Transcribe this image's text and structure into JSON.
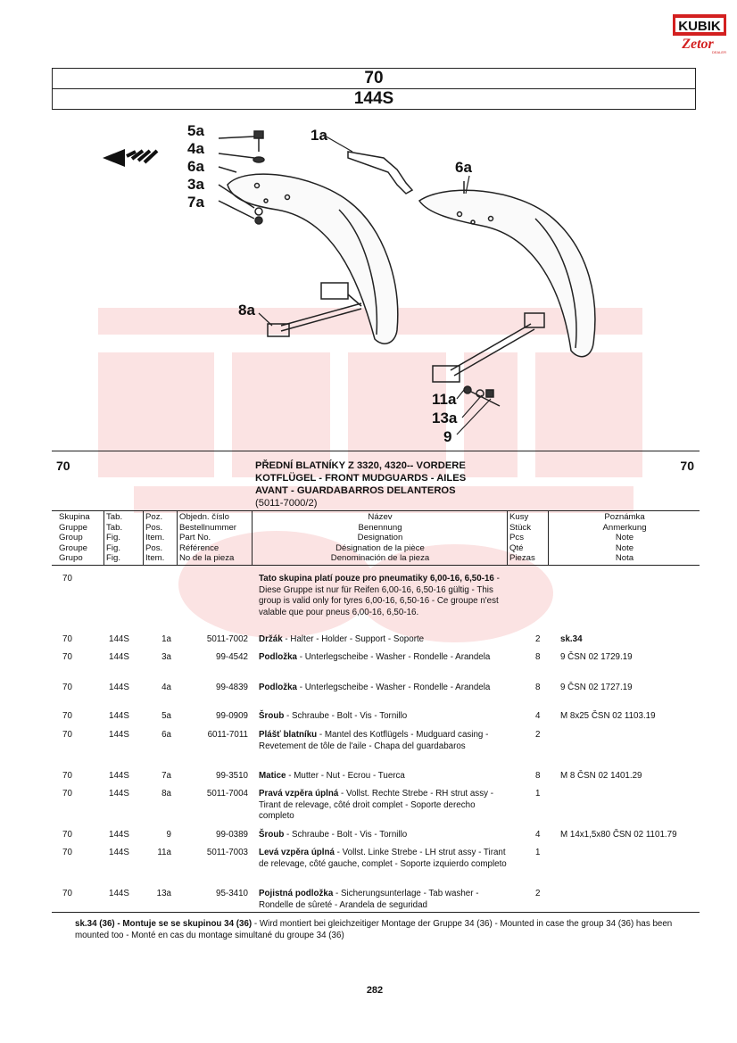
{
  "logo": {
    "brand": "KUBIK",
    "sub": "Zetor",
    "tag": "DEALER"
  },
  "header": {
    "group": "70",
    "table": "144S"
  },
  "diagram": {
    "callouts": [
      "5a",
      "4a",
      "6a",
      "3a",
      "7a",
      "1a",
      "6a",
      "8a",
      "11a",
      "13a",
      "9"
    ]
  },
  "section": {
    "group_left": "70",
    "group_right": "70",
    "title_lines": [
      "PŘEDNÍ BLATNÍKY Z 3320, 4320-- VORDERE",
      "KOTFLÜGEL - FRONT MUDGUARDS - AILES",
      "AVANT - GUARDABARROS DELANTEROS",
      "(5011-7000/2)"
    ]
  },
  "columns": {
    "skupina": [
      "Skupina",
      "Gruppe",
      "Group",
      "Groupe",
      "Grupo"
    ],
    "tab": [
      "Tab.",
      "Tab.",
      "Fig.",
      "Fig.",
      "Fig."
    ],
    "poz": [
      "Poz.",
      "Pos.",
      "Item.",
      "Pos.",
      "Item."
    ],
    "objedn": [
      "Objedn. číslo",
      "Bestellnummer",
      "Part No.",
      "Référence",
      "No de la pieza"
    ],
    "nazev": [
      "Název",
      "Benennung",
      "Designation",
      "Désignation de la pièce",
      "Denominación de la pieza"
    ],
    "kusy": [
      "Kusy",
      "Stück",
      "Pcs",
      "Qté",
      "Piezas"
    ],
    "poznamka": [
      "Poznámka",
      "Anmerkung",
      "Note",
      "Note",
      "Nota"
    ]
  },
  "intro": {
    "group": "70",
    "bold": "Tato skupina platí pouze pro pneumatiky 6,00-16, 6,50-16",
    "rest": " - Diese Gruppe ist nur für Reifen  6,00-16, 6,50-16 gültig - This group is valid only for tyres  6,00-16, 6,50-16 - Ce groupe n'est valable que pour pneus  6,00-16, 6,50-16."
  },
  "rows": [
    {
      "grp": "70",
      "tab": "144S",
      "pos": "1a",
      "part": "5011-7002",
      "bold": "Držák",
      "desc": " - Halter - Holder - Support - Soporte",
      "qty": "2",
      "note": "sk.34",
      "note_bold": true
    },
    {
      "grp": "70",
      "tab": "144S",
      "pos": "3a",
      "part": "99-4542",
      "bold": "Podložka",
      "desc": " - Unterlegscheibe - Washer - Rondelle - Arandela",
      "qty": "8",
      "note": "9 ČSN 02 1729.19"
    },
    {
      "grp": "70",
      "tab": "144S",
      "pos": "4a",
      "part": "99-4839",
      "bold": "Podložka",
      "desc": " - Unterlegscheibe - Washer - Rondelle - Arandela",
      "qty": "8",
      "note": "9 ČSN 02 1727.19"
    },
    {
      "grp": "70",
      "tab": "144S",
      "pos": "5a",
      "part": "99-0909",
      "bold": "Šroub",
      "desc": " - Schraube - Bolt - Vis - Tornillo",
      "qty": "4",
      "note": "M 8x25 ČSN 02 1103.19"
    },
    {
      "grp": "70",
      "tab": "144S",
      "pos": "6a",
      "part": "6011-7011",
      "bold": "Plášť blatníku",
      "desc": " - Mantel des Kotflügels - Mudguard casing - Revetement de tôle de l'aile - Chapa del guardabaros",
      "qty": "2",
      "note": ""
    },
    {
      "grp": "70",
      "tab": "144S",
      "pos": "7a",
      "part": "99-3510",
      "bold": "Matice",
      "desc": " - Mutter - Nut - Ecrou - Tuerca",
      "qty": "8",
      "note": "M 8 ČSN 02 1401.29"
    },
    {
      "grp": "70",
      "tab": "144S",
      "pos": "8a",
      "part": "5011-7004",
      "bold": "Pravá vzpěra úplná",
      "desc": " - Vollst. Rechte Strebe - RH strut assy - Tirant de relevage, côté droit complet - Soporte derecho completo",
      "qty": "1",
      "note": ""
    },
    {
      "grp": "70",
      "tab": "144S",
      "pos": "9",
      "part": "99-0389",
      "bold": "Šroub",
      "desc": " - Schraube - Bolt - Vis - Tornillo",
      "qty": "4",
      "note": "M 14x1,5x80 ČSN 02 1101.79"
    },
    {
      "grp": "70",
      "tab": "144S",
      "pos": "11a",
      "part": "5011-7003",
      "bold": "Levá vzpěra úplná",
      "desc": " - Vollst. Linke Strebe - LH strut assy - Tirant de relevage, côté gauche, complet - Soporte izquierdo completo",
      "qty": "1",
      "note": ""
    },
    {
      "grp": "70",
      "tab": "144S",
      "pos": "13a",
      "part": "95-3410",
      "bold": "Pojistná podložka",
      "desc": " - Sicherungsunterlage - Tab washer - Rondelle de sûreté - Arandela de seguridad",
      "qty": "2",
      "note": ""
    }
  ],
  "footnote": {
    "bold": "sk.34 (36) - Montuje se se skupinou 34 (36)",
    "rest": " - Wird montiert bei gleichzeitiger Montage der Gruppe 34 (36) - Mounted in case the group 34 (36) has been mounted too - Monté en cas du montage simultané du groupe 34 (36)"
  },
  "page_number": "282"
}
